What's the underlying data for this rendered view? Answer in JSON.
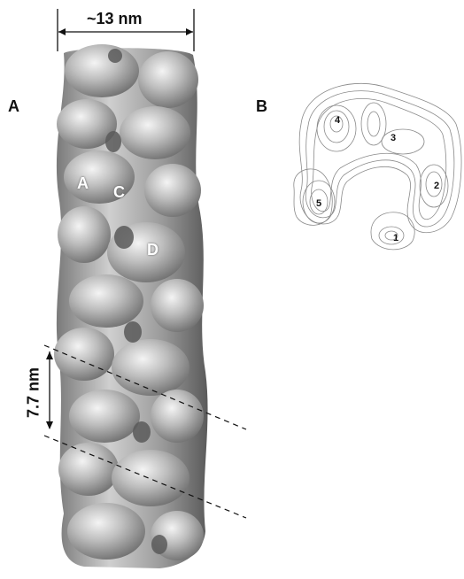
{
  "panel_a": {
    "label": "A",
    "width_label": "~13 nm",
    "pitch_label": "7.7 nm",
    "sites": [
      "A",
      "C",
      "D"
    ]
  },
  "panel_b": {
    "label": "B",
    "subunits": [
      "1",
      "2",
      "3",
      "4",
      "5"
    ]
  }
}
